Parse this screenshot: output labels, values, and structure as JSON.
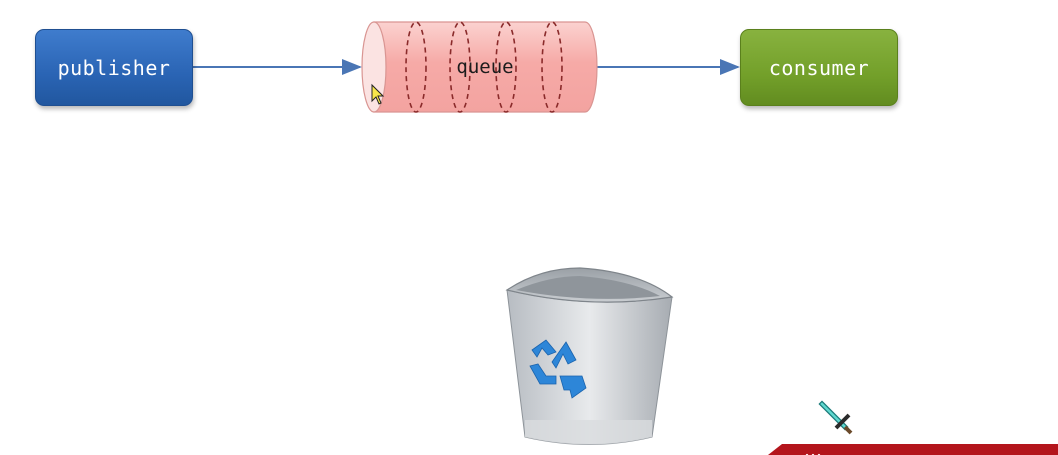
{
  "nodes": {
    "publisher": "publisher",
    "queue": "queue",
    "consumer": "consumer"
  },
  "icons": {
    "recycle_bin": "recycle-bin-icon",
    "sword": "pixel-sword-icon",
    "cursor": "mouse-cursor-icon"
  },
  "colors": {
    "publisher": "#2a64b4",
    "consumer": "#73a02a",
    "queue_fill": "#f6a9a6",
    "arrow": "#4a76b5",
    "banner": "#b4151c"
  },
  "footer_banner": {
    "text": "…"
  }
}
